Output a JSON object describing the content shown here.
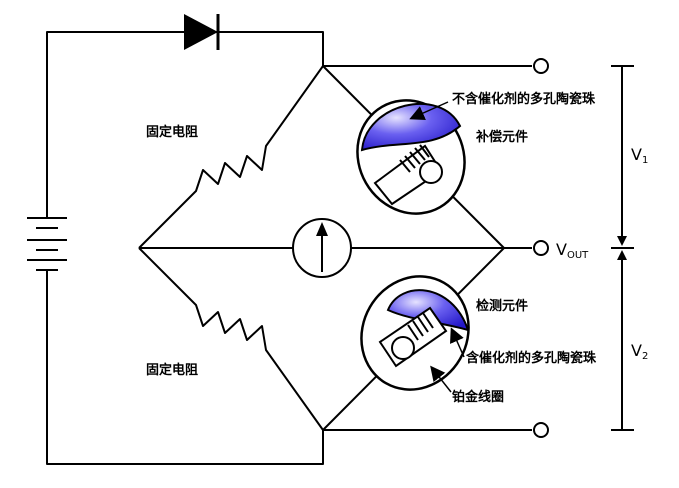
{
  "labels": {
    "fixed_resistor_top": "固定电阻",
    "fixed_resistor_bottom": "固定电阻",
    "porous_ceramic_no_catalyst": "不含催化剂的多孔陶瓷珠",
    "compensation_element": "补偿元件",
    "detection_element": "检测元件",
    "porous_ceramic_with_catalyst": "含催化剂的多孔陶瓷珠",
    "platinum_coil": "铂金线圈"
  },
  "voltages": {
    "v1_main": "V",
    "v1_sub": "1",
    "v2_main": "V",
    "v2_sub": "2",
    "vout_main": "V",
    "vout_sub": "OUT"
  },
  "colors": {
    "wire": "#000000",
    "bead_blue": "#3a2fd6",
    "bead_light": "#d8d4ff"
  }
}
